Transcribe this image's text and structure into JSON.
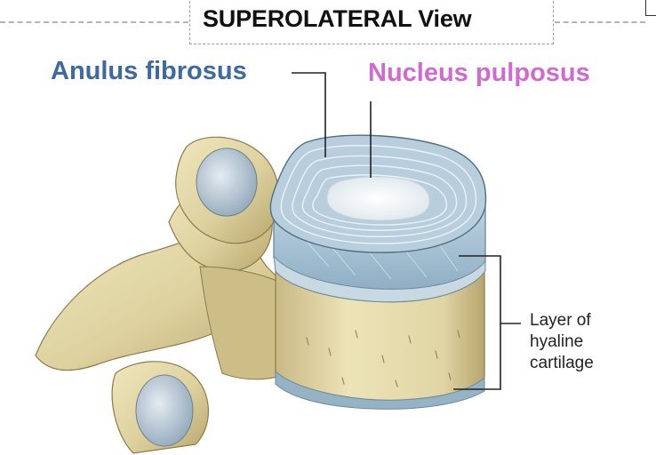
{
  "title": "SUPEROLATERAL View",
  "labels": {
    "anulus": "Anulus fibrosus",
    "nucleus": "Nucleus pulposus",
    "hyaline": [
      "Layer of",
      "hyaline",
      "cartilage"
    ]
  },
  "colors": {
    "anulus_label": "#3f6a9f",
    "nucleus_label": "#d06ad2",
    "bone": "#e2d8a8",
    "bone_shadow": "#bfae74",
    "disc": "#a9c4d6",
    "nucleus": "#eef2f4"
  }
}
